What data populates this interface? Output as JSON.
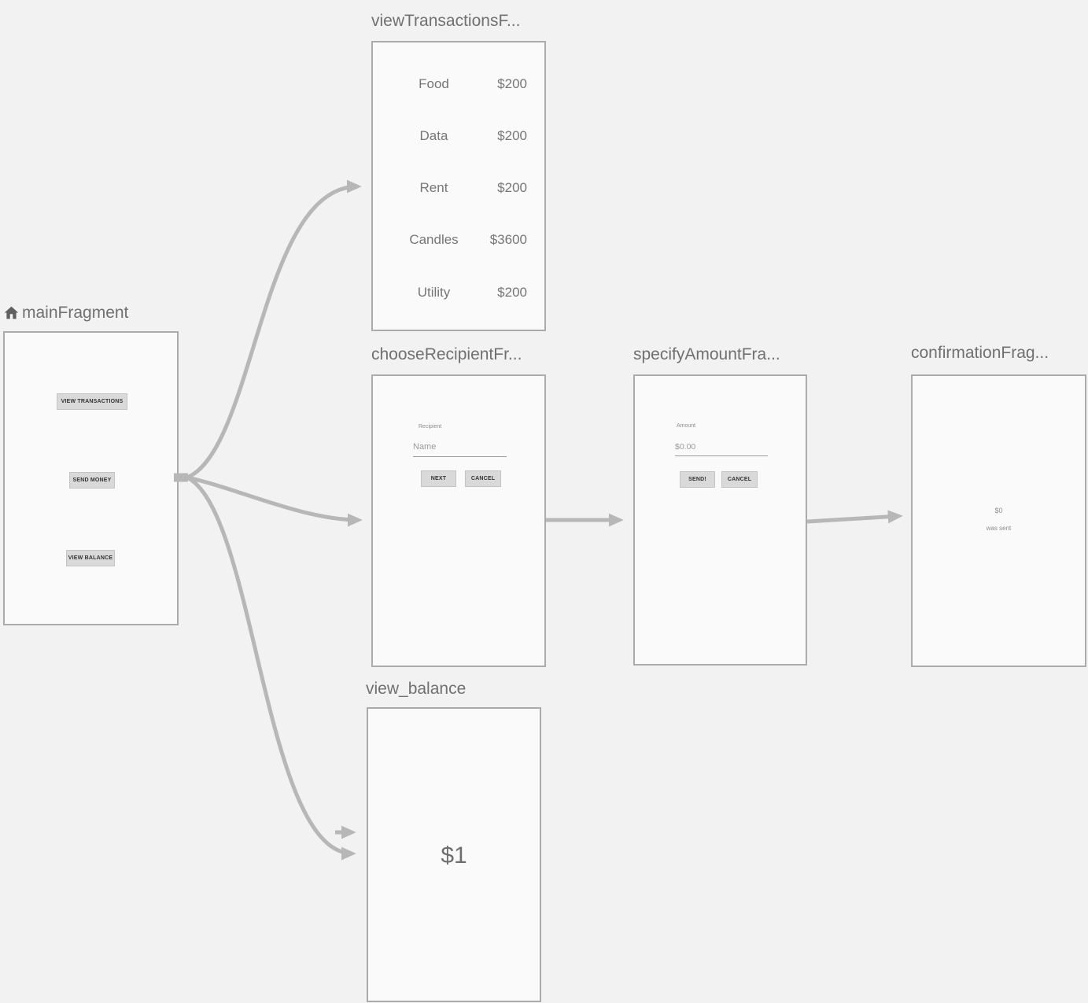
{
  "colors": {
    "background": "#f2f2f2",
    "card_background": "#fafafa",
    "card_border": "#ababab",
    "arrow": "#b7b7b7",
    "title_text": "#707070"
  },
  "fragments": {
    "main": {
      "title": "mainFragment",
      "buttons": {
        "view_transactions": "VIEW TRANSACTIONS",
        "send_money": "SEND MONEY",
        "view_balance": "VIEW BALANCE"
      }
    },
    "view_transactions": {
      "title": "viewTransactionsF...",
      "rows": [
        {
          "label": "Food",
          "amount": "$200"
        },
        {
          "label": "Data",
          "amount": "$200"
        },
        {
          "label": "Rent",
          "amount": "$200"
        },
        {
          "label": "Candles",
          "amount": "$3600"
        },
        {
          "label": "Utility",
          "amount": "$200"
        }
      ]
    },
    "choose_recipient": {
      "title": "chooseRecipientFr...",
      "field_label": "Recipient",
      "field_placeholder": "Name",
      "buttons": {
        "next": "NEXT",
        "cancel": "CANCEL"
      }
    },
    "specify_amount": {
      "title": "specifyAmountFra...",
      "field_label": "Amount",
      "field_placeholder": "$0.00",
      "buttons": {
        "send": "SEND!",
        "cancel": "CANCEL"
      }
    },
    "confirmation": {
      "title": "confirmationFrag...",
      "amount": "$0",
      "message": "was sent"
    },
    "view_balance": {
      "title": "view_balance",
      "balance": "$1"
    }
  },
  "actions": [
    {
      "from": "mainFragment",
      "to": "viewTransactionsF..."
    },
    {
      "from": "mainFragment",
      "to": "chooseRecipientFr..."
    },
    {
      "from": "mainFragment",
      "to": "view_balance"
    },
    {
      "from": "chooseRecipientFr...",
      "to": "specifyAmountFra..."
    },
    {
      "from": "specifyAmountFra...",
      "to": "confirmationFrag..."
    },
    {
      "from": "(global)",
      "to": "view_balance"
    }
  ]
}
